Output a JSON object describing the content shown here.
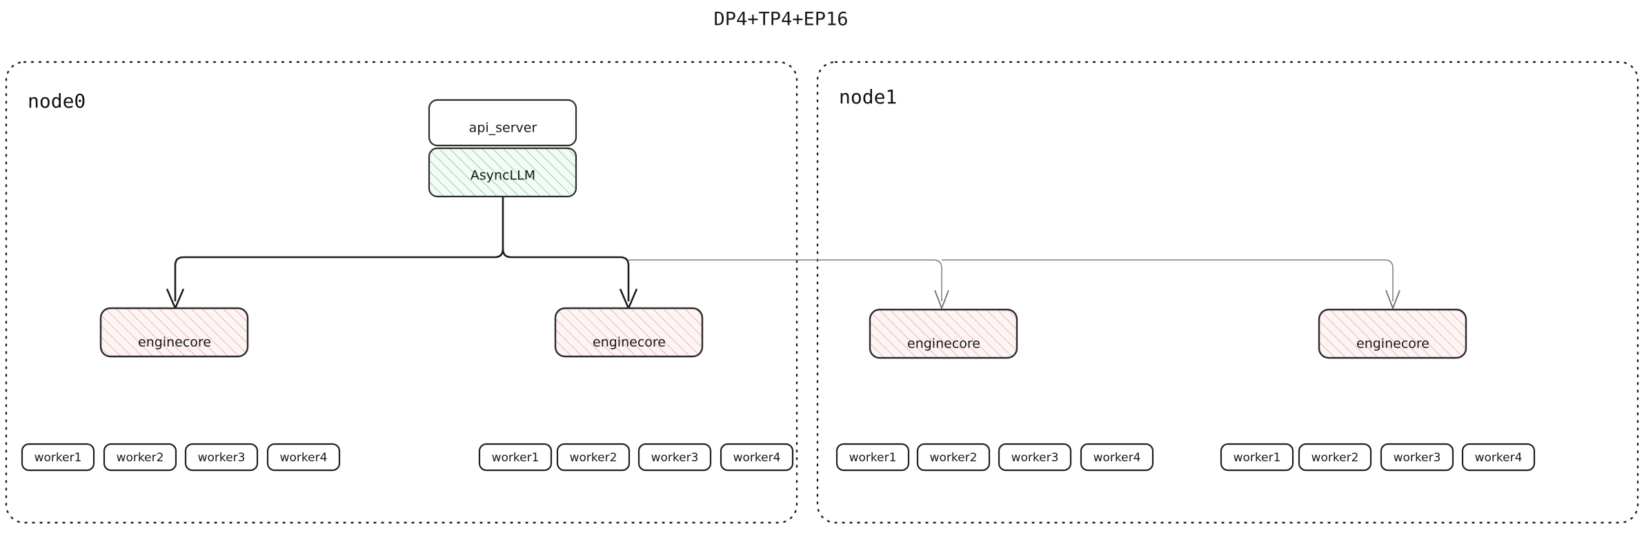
{
  "title": "DP4+TP4+EP16",
  "colors": {
    "background": "#ffffff",
    "text": "#161616",
    "container_stroke": "#1c1c1c",
    "box_stroke": "#2b2b2b",
    "green_hatch": "#6fc28d",
    "green_fill": "#f3fbf5",
    "pink_hatch": "#e7a3a3",
    "pink_fill": "#fdf3f3",
    "edge_strong": "#1c1c1c",
    "edge_weak": "#7d7d7d"
  },
  "nodes": [
    {
      "id": "node0",
      "label": "node0",
      "top_boxes": [
        {
          "id": "api_server",
          "label": "api_server",
          "style": "plain"
        },
        {
          "id": "async_llm",
          "label": "AsyncLLM",
          "style": "hatch-green"
        }
      ],
      "enginecores": [
        {
          "id": "node0-ec0",
          "label": "enginecore",
          "style": "hatch-pink",
          "workers": [
            "worker1",
            "worker2",
            "worker3",
            "worker4"
          ]
        },
        {
          "id": "node0-ec1",
          "label": "enginecore",
          "style": "hatch-pink",
          "workers": [
            "worker1",
            "worker2",
            "worker3",
            "worker4"
          ]
        }
      ]
    },
    {
      "id": "node1",
      "label": "node1",
      "top_boxes": [],
      "enginecores": [
        {
          "id": "node1-ec0",
          "label": "enginecore",
          "style": "hatch-pink",
          "workers": [
            "worker1",
            "worker2",
            "worker3",
            "worker4"
          ]
        },
        {
          "id": "node1-ec1",
          "label": "enginecore",
          "style": "hatch-pink",
          "workers": [
            "worker1",
            "worker2",
            "worker3",
            "worker4"
          ]
        }
      ]
    }
  ]
}
